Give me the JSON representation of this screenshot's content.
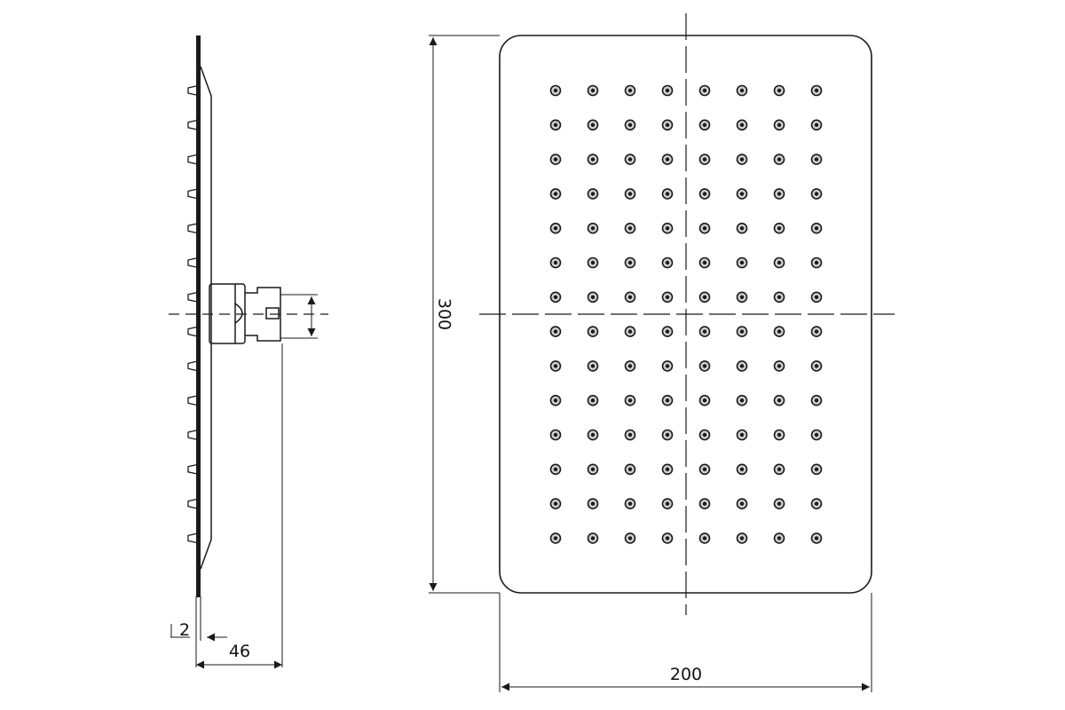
{
  "dimensions": {
    "width": "200",
    "height": "300",
    "plate_thickness": "2",
    "depth": "46"
  },
  "nozzle_grid": {
    "columns": 8,
    "rows": 14
  },
  "colors": {
    "line": "#1a1a1a",
    "background": "#ffffff",
    "nozzle_fill": "#cfcfcf"
  }
}
